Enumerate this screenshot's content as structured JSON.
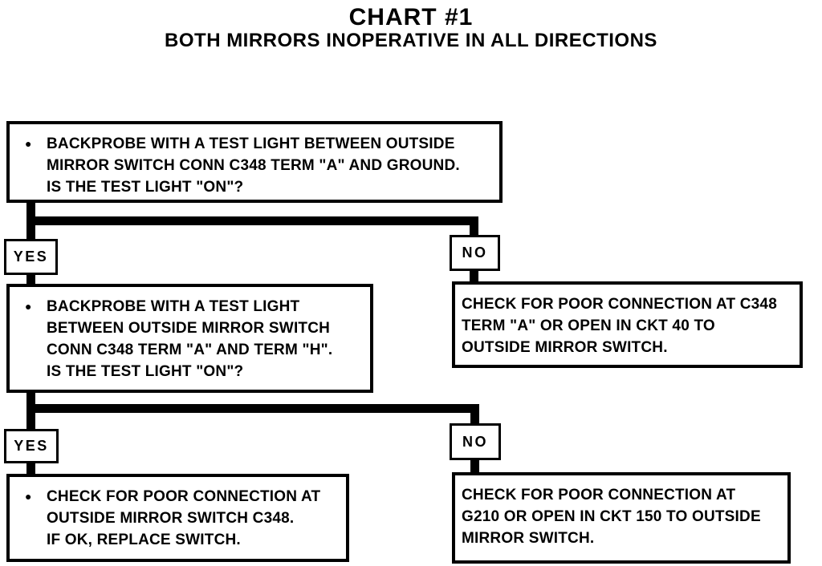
{
  "title": "CHART #1",
  "subtitle": "BOTH MIRRORS INOPERATIVE IN ALL DIRECTIONS",
  "bullet": "●",
  "colors": {
    "ink": "#000000",
    "paper": "#ffffff"
  },
  "labels": {
    "yes1": "YES",
    "no1": "NO",
    "yes2": "YES",
    "no2": "NO"
  },
  "nodes": {
    "q1": {
      "lines": [
        "BACKPROBE WITH A TEST LIGHT BETWEEN OUTSIDE",
        "MIRROR SWITCH CONN C348 TERM \"A\" AND GROUND.",
        "IS THE TEST LIGHT \"ON\"?"
      ]
    },
    "q2": {
      "lines": [
        "BACKPROBE WITH A TEST LIGHT",
        "BETWEEN OUTSIDE MIRROR SWITCH",
        "CONN C348 TERM \"A\" AND TERM \"H\".",
        "IS THE TEST LIGHT \"ON\"?"
      ]
    },
    "a1": {
      "lines": [
        "CHECK FOR POOR CONNECTION AT C348",
        "TERM \"A\" OR OPEN IN CKT 40 TO",
        "OUTSIDE MIRROR SWITCH."
      ]
    },
    "a2": {
      "lines": [
        "CHECK FOR POOR CONNECTION AT",
        "OUTSIDE MIRROR SWITCH C348.",
        "IF OK, REPLACE SWITCH."
      ]
    },
    "a3": {
      "lines": [
        "CHECK FOR POOR CONNECTION AT",
        "G210 OR OPEN IN CKT 150 TO OUTSIDE",
        "MIRROR SWITCH."
      ]
    }
  }
}
